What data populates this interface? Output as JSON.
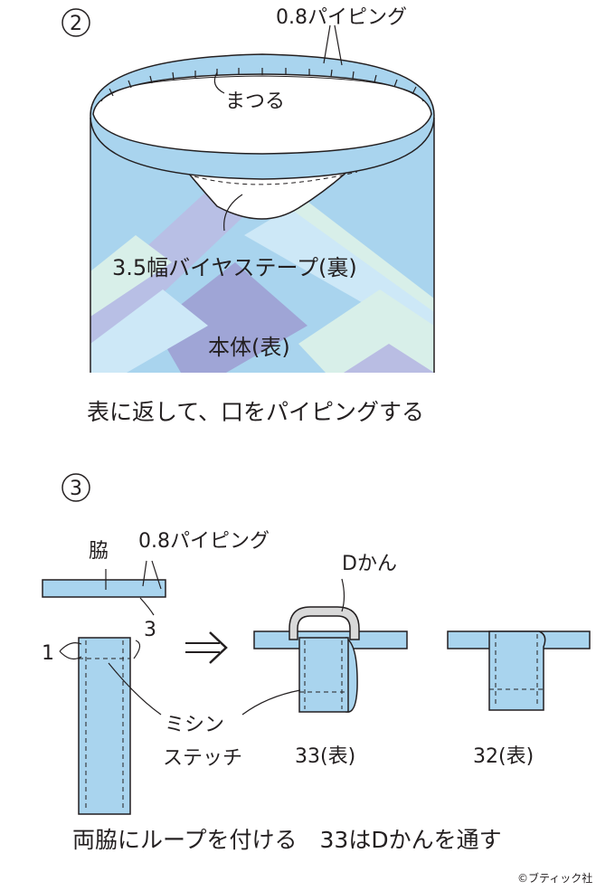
{
  "step2": {
    "number": "2",
    "label_piping": "0.8パイピング",
    "label_matsuru": "まつる",
    "label_bias_tape": "3.5幅バイヤステープ(裏)",
    "label_body": "本体(表)",
    "caption": "表に返して、口をパイピングする"
  },
  "step3": {
    "number": "3",
    "label_side": "脇",
    "label_piping": "0.8パイピング",
    "label_1": "1",
    "label_3": "3",
    "label_stitch_1": "ミシン",
    "label_stitch_2": "ステッチ",
    "label_d_ring": "Dかん",
    "label_33": "33(表)",
    "label_32": "32(表)",
    "caption": "両脇にループを付ける　33はDかんを通す"
  },
  "copyright": "©ブティック社",
  "colors": {
    "fabric_blue": "#a9d4ee",
    "fabric_light": "#cde8f7",
    "lavender": "#b9bde3",
    "mint": "#d8efe9",
    "line": "#231f20",
    "ring_gray": "#d9d9d9"
  }
}
